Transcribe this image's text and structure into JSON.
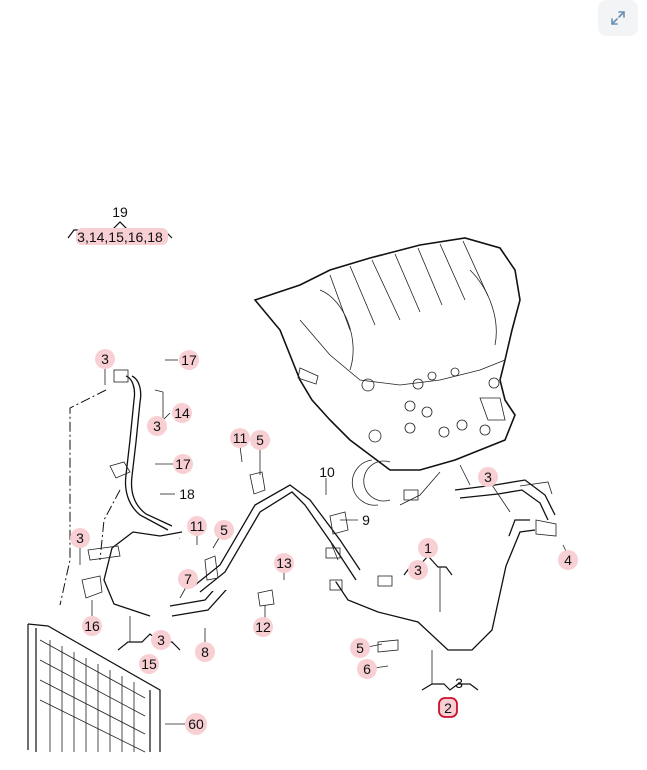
{
  "toolbar": {
    "expand_icon": "expand-arrows-icon"
  },
  "colors": {
    "highlight": "#f8cfd3",
    "selected_ring": "#c8102e",
    "ink": "#111111"
  },
  "header_group": {
    "top": "19",
    "bottom": "3,14,15,16,18"
  },
  "callouts": {
    "c17a": "17",
    "c3a": "3",
    "c14": "14",
    "c3b": "3",
    "c17b": "17",
    "c18": "18",
    "c11a": "11",
    "c5a": "5",
    "c10": "10",
    "c9": "9",
    "c3c": "3",
    "c4": "4",
    "c3d": "3",
    "c11b": "11",
    "c5b": "5",
    "c7": "7",
    "c13": "13",
    "c1": "1",
    "c3e": "3",
    "c16": "16",
    "c3f": "3",
    "c15": "15",
    "c8": "8",
    "c12": "12",
    "c5c": "5",
    "c6": "6",
    "c3g": "3",
    "c2": "2",
    "c60": "60"
  }
}
